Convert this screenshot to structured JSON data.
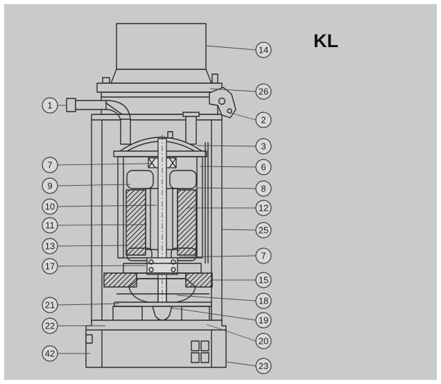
{
  "title": "KL",
  "callouts_left": [
    "1",
    "7",
    "9",
    "10",
    "11",
    "13",
    "17",
    "21",
    "22",
    "42"
  ],
  "callouts_right": [
    "14",
    "26",
    "2",
    "3",
    "6",
    "8",
    "12",
    "25",
    "7",
    "15",
    "18",
    "19",
    "20",
    "23"
  ]
}
